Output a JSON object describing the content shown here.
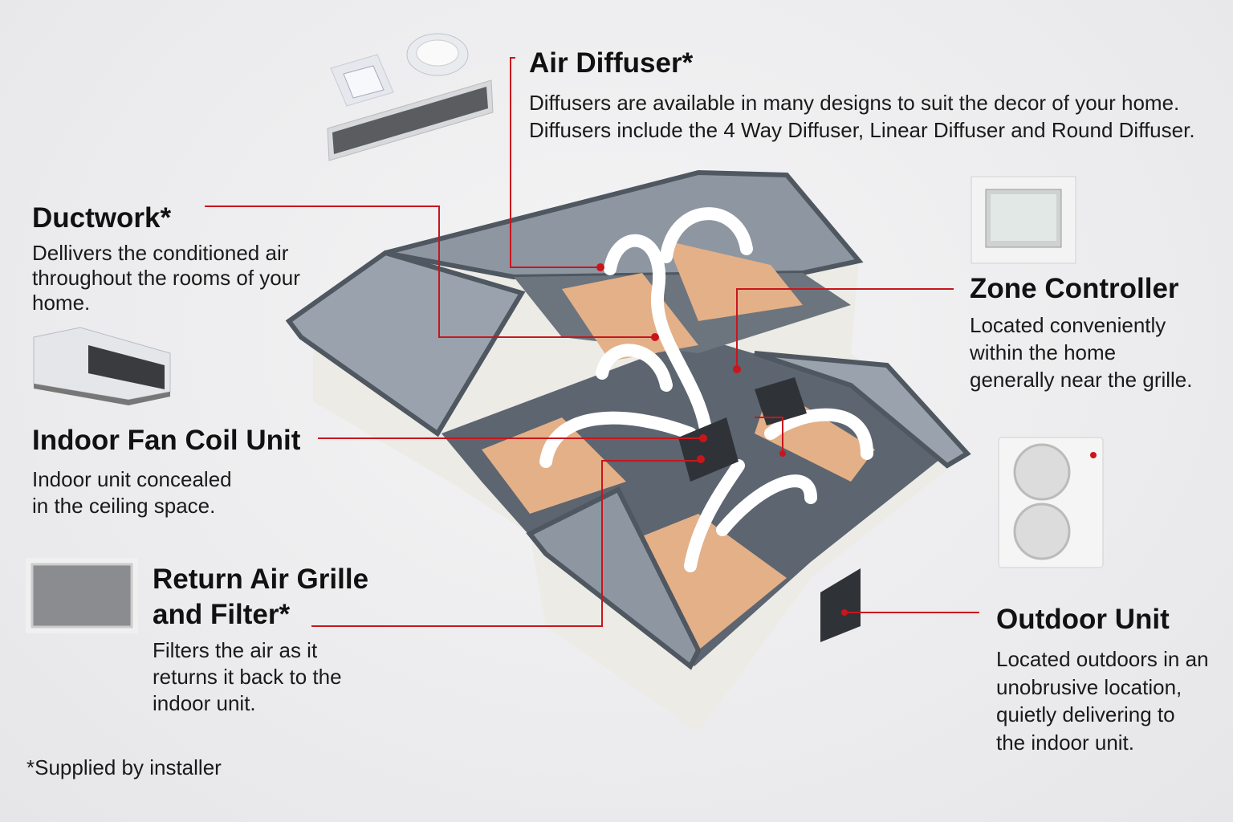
{
  "colors": {
    "accent_line": "#c8161d",
    "roof": "#7d8590",
    "floor": "#e3b088",
    "wall": "#ecebe6"
  },
  "callouts": {
    "air_diffuser": {
      "title": "Air Diffuser*",
      "lines": [
        "Diffusers are available in many designs to suit the decor of your home.",
        "Diffusers include the 4 Way Diffuser, Linear Diffuser and Round Diffuser."
      ]
    },
    "ductwork": {
      "title": "Ductwork*",
      "lines": [
        "Dellivers the conditioned air",
        "throughout the rooms of your",
        "home."
      ]
    },
    "zone_controller": {
      "title": "Zone Controller",
      "lines": [
        "Located conveniently",
        "within the home",
        "generally near the grille."
      ]
    },
    "indoor_fan_coil": {
      "title": "Indoor Fan Coil Unit",
      "lines": [
        "Indoor unit concealed",
        "in the ceiling space."
      ]
    },
    "return_air_grille": {
      "title_lines": [
        "Return Air Grille",
        "and Filter*"
      ],
      "lines": [
        "Filters the air as it",
        "returns it back to the",
        "indoor unit."
      ]
    },
    "outdoor_unit": {
      "title": "Outdoor Unit",
      "lines": [
        "Located outdoors in an",
        "unobrusive location,",
        "quietly delivering to",
        "the indoor unit."
      ]
    }
  },
  "footnote": "*Supplied by installer"
}
